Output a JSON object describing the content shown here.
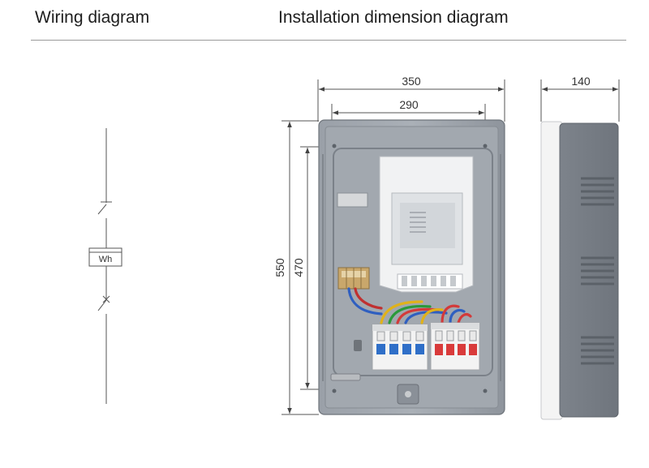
{
  "headings": {
    "wiring": "Wiring diagram",
    "installation": "Installation dimension diagram"
  },
  "wiring": {
    "meter_label": "Wh"
  },
  "dimensions": {
    "overall_width": "350",
    "mounting_width": "290",
    "overall_height": "550",
    "mounting_height": "470",
    "depth": "140"
  },
  "colors": {
    "enclosure": "#8f949c",
    "breaker_blue": "#2f6fc8",
    "breaker_red": "#d93b3b"
  }
}
